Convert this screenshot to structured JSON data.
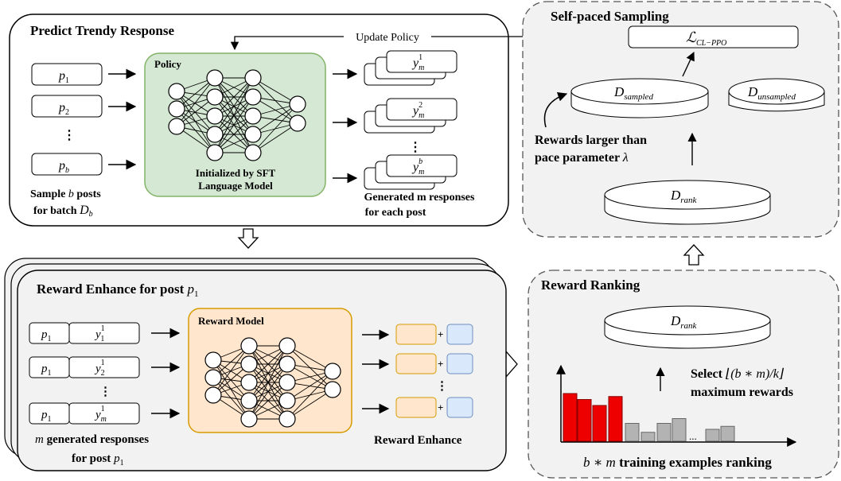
{
  "predict": {
    "title": "Predict Trendy Response",
    "update_policy": "Update Policy",
    "policy_label": "Policy",
    "init_line1": "Initialized by SFT",
    "init_line2": "Language Model",
    "inputs": [
      "p",
      "p",
      "p"
    ],
    "input_subs": [
      "1",
      "2",
      "b"
    ],
    "vdots": "⋮",
    "sample_line1": "Sample",
    "sample_b": "b",
    "sample_posts": "posts",
    "for_batch": "for batch",
    "batch_D": "D",
    "batch_sub": "b",
    "outputs_y": [
      "y",
      "y",
      "y"
    ],
    "outputs_sup": [
      "1",
      "2",
      "b"
    ],
    "outputs_sub": "m",
    "gen_line1": "Generated m responses",
    "gen_line2": "for each post"
  },
  "self_paced": {
    "title": "Self-paced Sampling",
    "loss_L": "ℒ",
    "loss_sub": "CL−PPO",
    "sampled_D": "D",
    "sampled_sub": "sampled",
    "unsampled_D": "D",
    "unsampled_sub": "unsampled",
    "rewards_line1": "Rewards larger than",
    "rewards_line2": "pace parameter",
    "lambda": "λ",
    "rank_D": "D",
    "rank_sub": "rank"
  },
  "reward_enhance": {
    "title": "Reward Enhance for post",
    "title_p": "p",
    "title_sub": "1",
    "rows_p": [
      "p",
      "p",
      "p"
    ],
    "rows_p_sub": [
      "1",
      "1",
      "1"
    ],
    "rows_y": [
      "y",
      "y",
      "y"
    ],
    "rows_y_sup": [
      "1",
      "1",
      "1"
    ],
    "rows_y_sub": [
      "1",
      "2",
      "m"
    ],
    "model_label": "Reward Model",
    "plus": "+",
    "m_italic": "m",
    "gen_line1": "generated  responses",
    "for_post": "for post",
    "for_post_p": "p",
    "for_post_sub": "1",
    "enhance_label": "Reward Enhance"
  },
  "ranking": {
    "title": "Reward Ranking",
    "rank_D": "D",
    "rank_sub": "rank",
    "select_word": "Select",
    "select_formula": "⌊(b ∗ m)/k⌋",
    "max_rewards": "maximum rewards",
    "dots": "...",
    "bottom_bm": "b ∗ m",
    "bottom_text": "training examples ranking",
    "bar_values_red": [
      0.8,
      0.7,
      0.6,
      0.75
    ],
    "bar_values_gray": [
      0.3,
      0.15,
      0.3,
      0.38,
      0.2,
      0.25
    ],
    "colors": {
      "red": "#ee0000",
      "gray": "#b3b3b3"
    }
  },
  "colors": {
    "policy_fill": "#d5e8d4",
    "policy_stroke": "#82b366",
    "reward_fill": "#ffe6cc",
    "reward_stroke": "#d79b00",
    "panel_gray": "#f2f2f2",
    "enhance_orange_fill": "#ffe6cc",
    "enhance_orange_stroke": "#d79b00",
    "enhance_blue_fill": "#dae8fc",
    "enhance_blue_stroke": "#6c8ebf"
  }
}
